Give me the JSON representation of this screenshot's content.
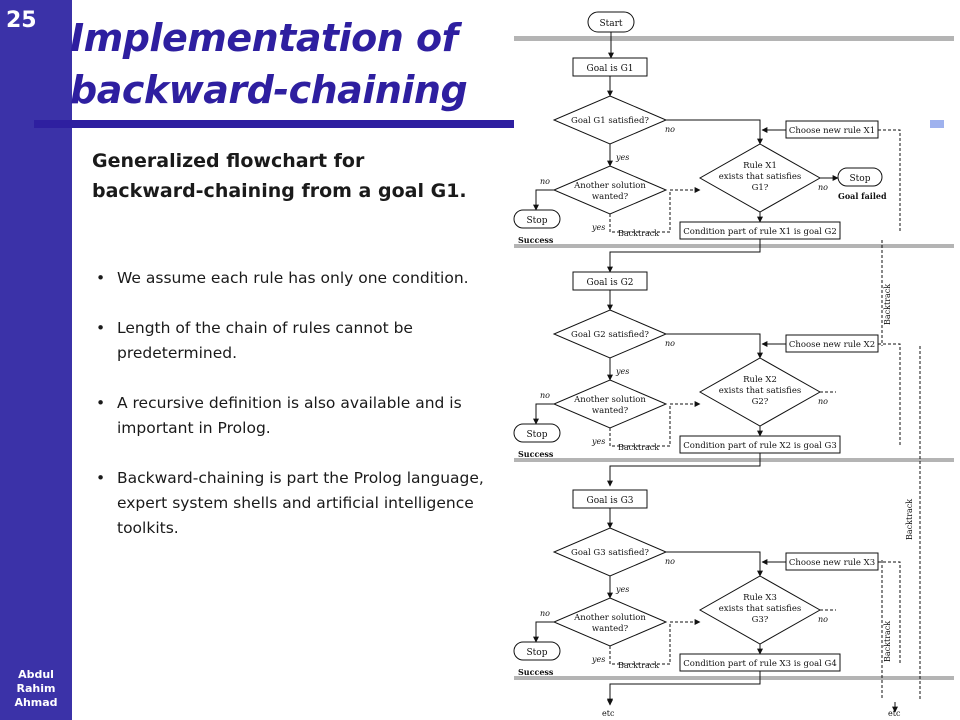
{
  "slide": {
    "number": "25",
    "title_line1": "Implementation of",
    "title_line2": "backward-chaining",
    "author": [
      "Abdul",
      "Rahim",
      "Ahmad"
    ]
  },
  "content": {
    "subtitle": "Generalized flowchart for backward-chaining from a goal G1.",
    "bullets": [
      "We assume  each rule has only one condition.",
      "Length of the chain of rules cannot be predetermined.",
      "A recursive definition is also available and is important in Prolog.",
      "Backward-chaining is part the Prolog language, expert system shells and artificial intelligence toolkits."
    ]
  },
  "flowchart": {
    "start": "Start",
    "yes": "yes",
    "no": "no",
    "stop": "Stop",
    "success": "Success",
    "goal_failed": "Goal failed",
    "backtrack": "Backtrack",
    "etc": "etc",
    "levels": [
      {
        "goal_box": "Goal is G1",
        "goal_satisfied": "Goal G1 satisfied?",
        "another_solution": [
          "Another solution",
          "wanted?"
        ],
        "rule_diamond": [
          "Rule X1",
          "exists that satisfies",
          "G1?"
        ],
        "choose_rule": "Choose new rule X1",
        "condition": "Condition part of rule X1 is goal G2"
      },
      {
        "goal_box": "Goal is G2",
        "goal_satisfied": "Goal G2 satisfied?",
        "another_solution": [
          "Another solution",
          "wanted?"
        ],
        "rule_diamond": [
          "Rule X2",
          "exists that satisfies",
          "G2?"
        ],
        "choose_rule": "Choose new rule X2",
        "condition": "Condition part of rule X2 is goal G3"
      },
      {
        "goal_box": "Goal is G3",
        "goal_satisfied": "Goal G3 satisfied?",
        "another_solution": [
          "Another solution",
          "wanted?"
        ],
        "rule_diamond": [
          "Rule X3",
          "exists that satisfies",
          "G3?"
        ],
        "choose_rule": "Choose new rule X3",
        "condition": "Condition part of rule X3 is goal G4"
      }
    ]
  },
  "colors": {
    "sidebar": "#3b32a8",
    "title": "#2e1fa0",
    "rule_accent": "#9fb2ee",
    "separator": "#b4b4b4"
  }
}
